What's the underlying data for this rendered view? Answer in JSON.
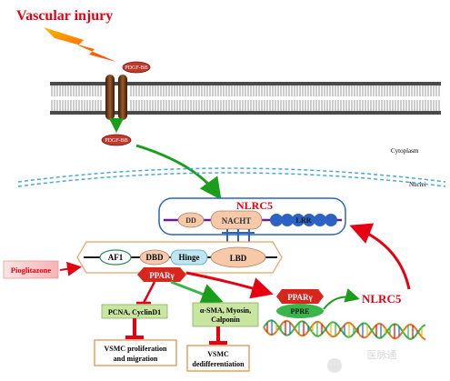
{
  "title": "Vascular injury",
  "receptor_ligand": "PDGF-BB",
  "internal_ligand": "PDGF-BB",
  "compartments": {
    "cytoplasm": "Cytoplasm",
    "nuclei": "Nuclei"
  },
  "nlrc5_complex": {
    "title": "NLRC5",
    "domains": [
      "DD",
      "NACHT",
      "LRR"
    ]
  },
  "ppar_domains": [
    "AF1",
    "DBD",
    "Hinge",
    "LBD"
  ],
  "ppar_gamma": "PPARγ",
  "drug": "Pioglitazone",
  "targets": {
    "proliferation_markers": "PCNA, CyclinD1",
    "differentiation_markers_line1": "α-SMA, Myosin,",
    "differentiation_markers_line2": "Calponin"
  },
  "outcomes": {
    "proliferation_line1": "VSMC proliferation",
    "proliferation_line2": "and migration",
    "dedifferentiation_line1": "VSMC",
    "dedifferentiation_line2": "dedifferentiation"
  },
  "nuclear_ppar": "PPARγ",
  "ppre": "PPRE",
  "nlrc5_output": "NLRC5",
  "watermark": "医脉通",
  "colors": {
    "red": "#e60012",
    "green": "#1a9e1a",
    "ppar_red": "#d7261e",
    "lrr_blue": "#2c62c4",
    "domain_peach": "#f6c9a9",
    "domain_cyan": "#bde6f2",
    "green_box": "#c8e6a0",
    "purple_line": "#6a1b9a"
  }
}
